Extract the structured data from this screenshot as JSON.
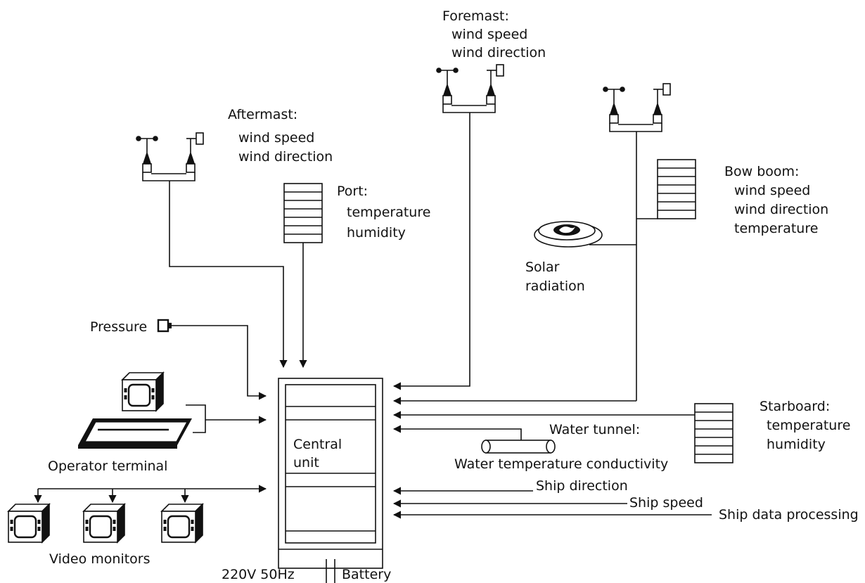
{
  "labels": {
    "foremast_title": "Foremast:",
    "foremast_line1": "wind speed",
    "foremast_line2": "wind direction",
    "aftermast_title": "Aftermast:",
    "aftermast_line1": "wind speed",
    "aftermast_line2": "wind direction",
    "port_title": "Port:",
    "port_line1": "temperature",
    "port_line2": "humidity",
    "bow_title": "Bow boom:",
    "bow_line1": "wind speed",
    "bow_line2": "wind direction",
    "bow_line3": "temperature",
    "solar_line1": "Solar",
    "solar_line2": "radiation",
    "pressure": "Pressure",
    "starboard_title": "Starboard:",
    "starboard_line1": "temperature",
    "starboard_line2": "humidity",
    "water_tunnel": "Water tunnel:",
    "water_temp": "Water temperature conductivity",
    "central_line1": "Central",
    "central_line2": "unit",
    "operator_terminal": "Operator terminal",
    "video_monitors": "Video monitors",
    "ship_direction": "Ship direction",
    "ship_speed": "Ship speed",
    "ship_data": "Ship data processing",
    "power": "220V 50Hz",
    "battery": "Battery"
  }
}
